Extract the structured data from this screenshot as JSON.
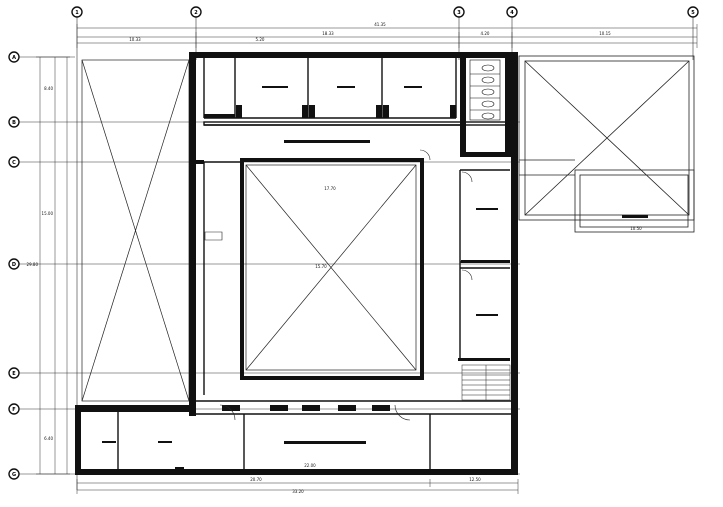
{
  "grid_bubbles": {
    "columns": [
      {
        "id": "col-bubble-1",
        "label": "1"
      },
      {
        "id": "col-bubble-2",
        "label": "2"
      },
      {
        "id": "col-bubble-3",
        "label": "3"
      },
      {
        "id": "col-bubble-4",
        "label": "4"
      },
      {
        "id": "col-bubble-5",
        "label": "5"
      }
    ],
    "rows": [
      {
        "id": "row-bubble-a",
        "label": "A"
      },
      {
        "id": "row-bubble-b",
        "label": "B"
      },
      {
        "id": "row-bubble-c",
        "label": "C"
      },
      {
        "id": "row-bubble-d",
        "label": "D"
      },
      {
        "id": "row-bubble-e",
        "label": "E"
      },
      {
        "id": "row-bubble-f",
        "label": "F"
      },
      {
        "id": "row-bubble-g",
        "label": "G"
      }
    ]
  },
  "dimensions": {
    "overall_top": "41.35",
    "top_seg_1": "10.33",
    "top_seg_2": "18.33",
    "top_seg_3": "4.20",
    "top_seg_4": "10.15",
    "top_seg_5": "5.20",
    "overall_bottom": "33.20",
    "bottom_seg_1": "20.70",
    "bottom_seg_2": "12.50",
    "left_overall": "29.80",
    "left_seg_1": "8.40",
    "left_seg_2": "15.00",
    "left_seg_3": "6.40",
    "courtyard_width": "17.70",
    "courtyard_height": "15.70",
    "hall_width": "22.00",
    "terrace_width": "10.50"
  }
}
